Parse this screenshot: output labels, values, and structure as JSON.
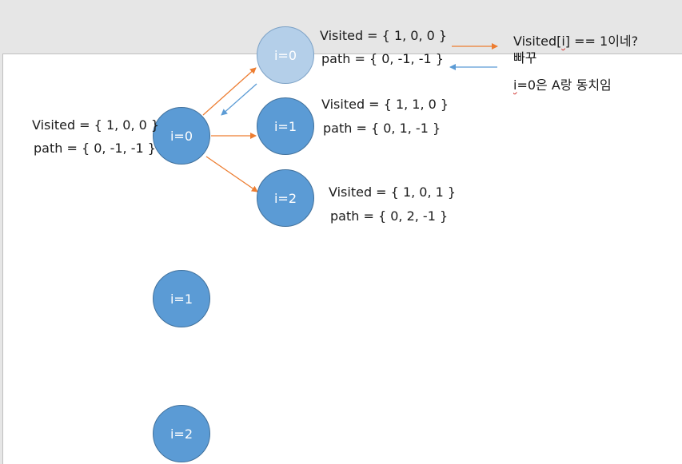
{
  "colors": {
    "node_fill": "#5b9bd5",
    "node_fill_faded": "#b4cfe9",
    "arrow_orange": "#ed7d31",
    "arrow_blue": "#5b9bd5"
  },
  "nodes": {
    "root_label": "i=0",
    "top_i0_label": "i=0",
    "child_i1_label": "i=1",
    "child_i2_label": "i=2",
    "lower_i1_label": "i=1",
    "lower_i2_label": "i=2"
  },
  "annotations": {
    "root_visited": "Visited = { 1, 0, 0 }",
    "root_path": "path = { 0, -1, -1 }",
    "top_visited": "Visited = { 1, 0, 0 }",
    "top_path": "path = { 0, -1, -1 }",
    "i1_visited": "Visited = { 1, 1, 0 }",
    "i1_path": "path = { 0, 1, -1 }",
    "i2_visited": "Visited = { 1, 0, 1 }",
    "i2_path": "path = { 0, 2, -1 }"
  },
  "notes": {
    "check_prefix": "Visited[",
    "check_index": "i",
    "check_suffix": "] == 1이네?",
    "bail": "빠꾸",
    "same_i": "i",
    "same_rest": "=0은 A랑 동치임"
  }
}
